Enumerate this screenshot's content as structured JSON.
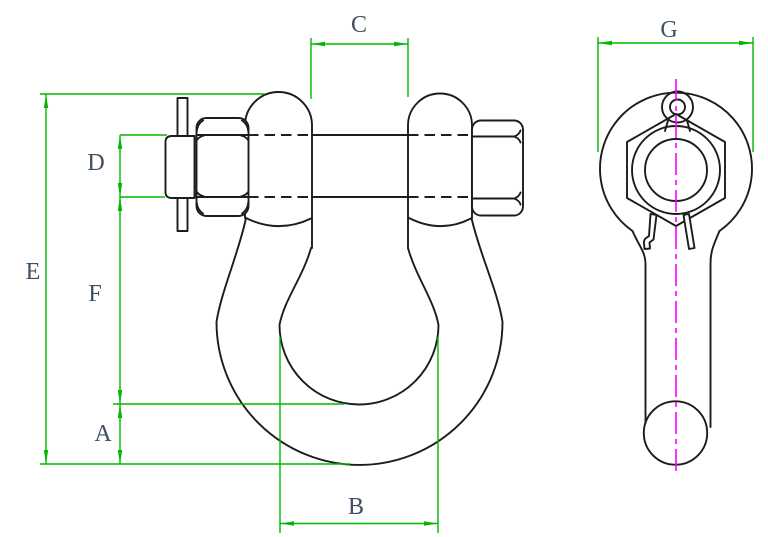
{
  "dimension_labels": {
    "a": "A",
    "b": "B",
    "c": "C",
    "d": "D",
    "e": "E",
    "f": "F",
    "g": "G"
  },
  "colors": {
    "outline": "#1c1c1c",
    "dimension": "#00b800",
    "centerline": "#ff00ff",
    "label": "#3f4e63",
    "background": "#ffffff"
  }
}
